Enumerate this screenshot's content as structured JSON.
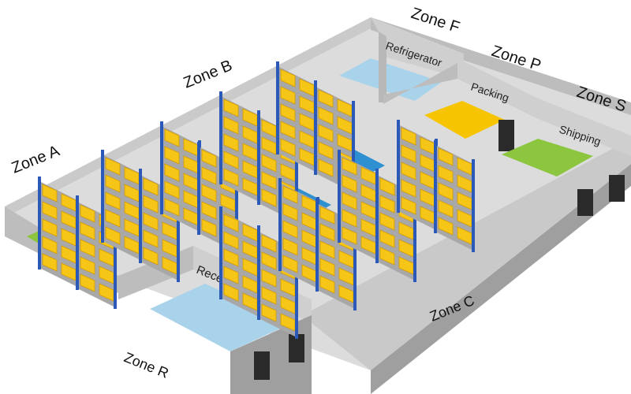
{
  "zones": {
    "zone_a": "Zone A",
    "zone_b": "Zone B",
    "zone_f": "Zone F",
    "zone_p": "Zone P",
    "zone_s": "Zone S",
    "zone_c": "Zone C",
    "zone_r": "Zone R"
  },
  "rooms": {
    "refrigerator": "Refrigerator",
    "packing": "Packing",
    "shipping": "Shipping",
    "receiving": "Receiving Room"
  },
  "colors": {
    "wall_top": "#c7c7c7",
    "wall_front": "#9a9a9a",
    "floor": "#e6e6e6",
    "floor_dark": "#cfcfcf",
    "refrigerator_floor": "#a9d3ea",
    "packing_floor": "#f6c400",
    "shipping_floor": "#8cc63f",
    "receiving_floor": "#a9d3ea",
    "aisle_blue": "#2e8fd1",
    "rack_blue": "#2b59b8",
    "box_yellow": "#f5c518",
    "shelf_gray": "#a8a8a8",
    "door_dark": "#2a2a2a"
  },
  "icons": [
    "dock-door-icon",
    "pallet-rack-icon"
  ]
}
